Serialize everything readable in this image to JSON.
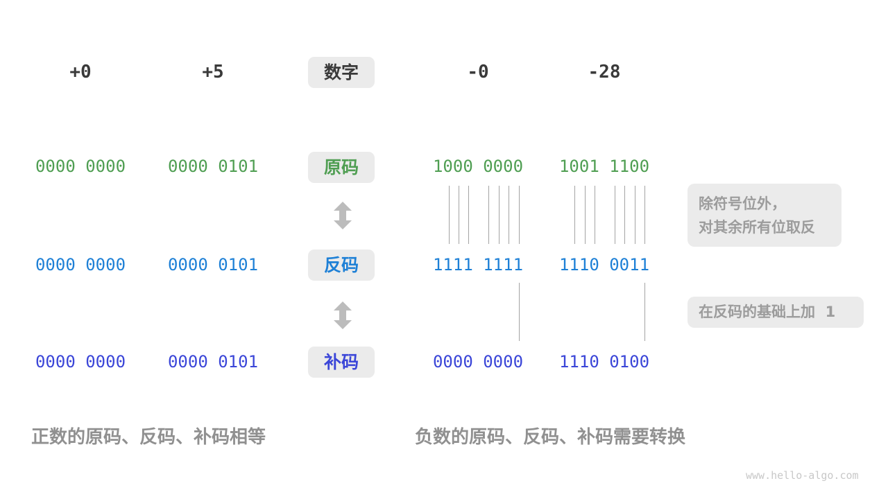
{
  "title_row": {
    "numbers": [
      "+0",
      "+5",
      "-0",
      "-28"
    ],
    "label": "数字"
  },
  "rows": [
    {
      "label": "原码",
      "values": [
        "0000 0000",
        "0000 0101",
        "1000 0000",
        "1001 1100"
      ]
    },
    {
      "label": "反码",
      "values": [
        "0000 0000",
        "0000 0101",
        "1111 1111",
        "1110 0011"
      ]
    },
    {
      "label": "补码",
      "values": [
        "0000 0000",
        "0000 0101",
        "0000 0000",
        "1110 0100"
      ]
    }
  ],
  "annotations": {
    "invert_note_line1": "除符号位外，",
    "invert_note_line2": "对其余所有位取反",
    "add_one_note": "在反码的基础上加  1"
  },
  "captions": {
    "positive": "正数的原码、反码、补码相等",
    "negative": "负数的原码、反码、补码需要转换"
  },
  "watermark": "www.hello-algo.com",
  "colors": {
    "number_label": "#3a3a3a",
    "sign_magnitude": "#4f9e52",
    "ones_complement": "#1e80d6",
    "twos_complement": "#3b46d8",
    "arrow": "#bcbcbc",
    "connector_line": "#a3a3a3"
  }
}
